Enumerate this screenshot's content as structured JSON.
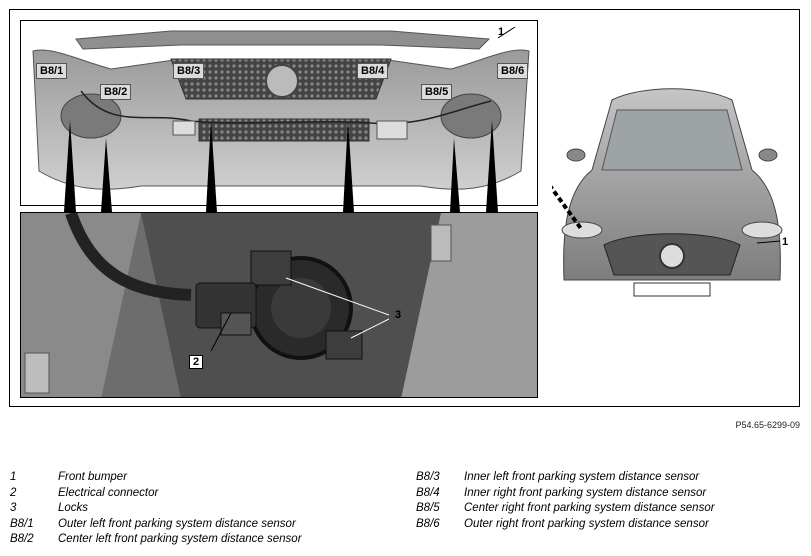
{
  "top_labels": {
    "s1": "B8/1",
    "s2": "B8/2",
    "s3": "B8/3",
    "s4": "B8/4",
    "s5": "B8/5",
    "s6": "B8/6",
    "bumper": "1"
  },
  "detail_labels": {
    "connector": "2",
    "locks": "3"
  },
  "car_label": "1",
  "reference_code": "P54.65-6299-09",
  "legend_left": [
    {
      "key": "1",
      "text": "Front bumper"
    },
    {
      "key": "2",
      "text": "Electrical connector"
    },
    {
      "key": "3",
      "text": "Locks"
    },
    {
      "key": "B8/1",
      "text": "Outer left front parking system distance sensor"
    },
    {
      "key": "B8/2",
      "text": "Center left front parking system distance sensor"
    }
  ],
  "legend_right": [
    {
      "key": "B8/3",
      "text": "Inner left front parking system distance sensor"
    },
    {
      "key": "B8/4",
      "text": "Inner right front parking system distance sensor"
    },
    {
      "key": "B8/5",
      "text": "Center right front parking system distance sensor"
    },
    {
      "key": "B8/6",
      "text": "Outer right front parking system distance sensor"
    }
  ]
}
